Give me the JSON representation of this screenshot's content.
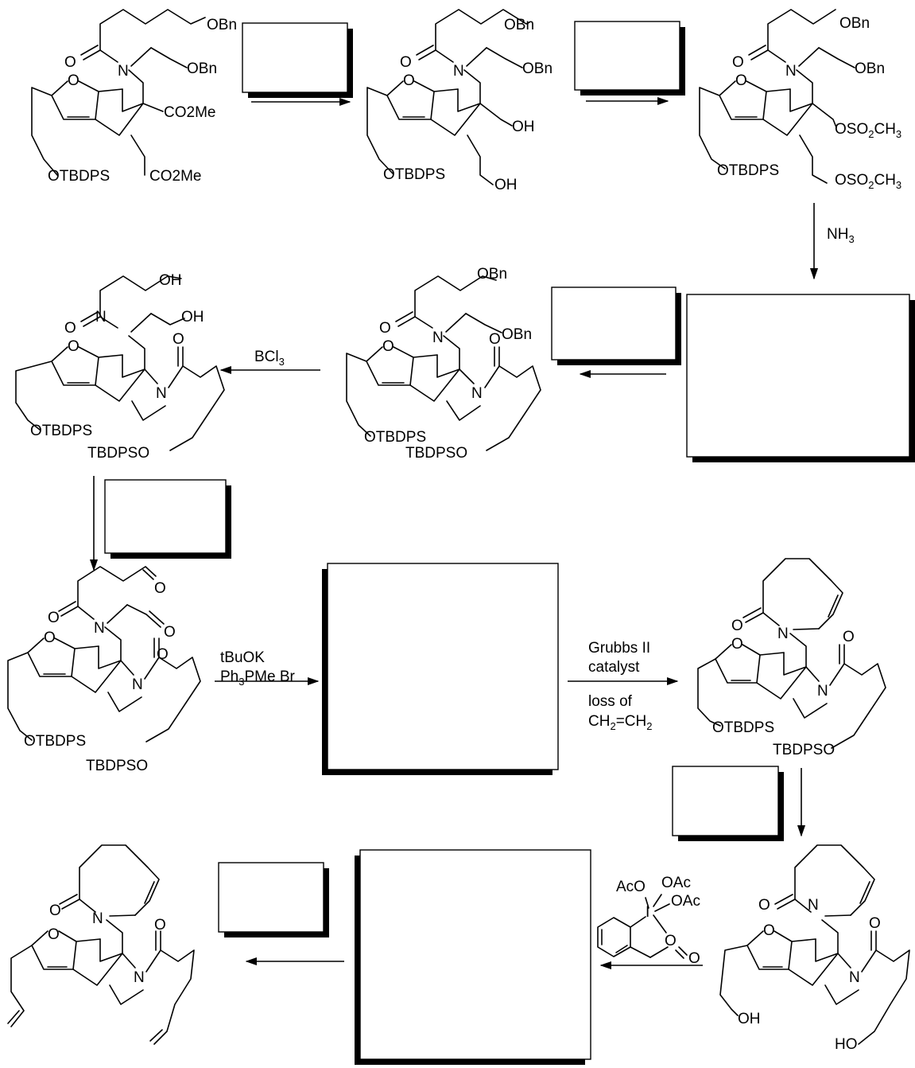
{
  "colors": {
    "ink": "#000000",
    "background": "#ffffff"
  },
  "reagents": {
    "r4": "NH3",
    "r6": "BCl3",
    "r8a": "tBuOK",
    "r8b": "Ph3PMe Br",
    "r9a": "Grubbs II",
    "r9b": "catalyst",
    "r9c": "loss of",
    "r9d": "CH2=CH2"
  },
  "groups": {
    "obn": "OBn",
    "otbdps": "OTBDPS",
    "tbdpso": "TBDPSO",
    "co2me": "CO2Me",
    "oh": "OH",
    "ho": "HO",
    "oso2ch3": "OSO2CH3",
    "n": "N",
    "o": "O",
    "aco": "AcO",
    "oac": "OAc",
    "i": "I"
  },
  "answer_boxes": {
    "count": 9
  }
}
